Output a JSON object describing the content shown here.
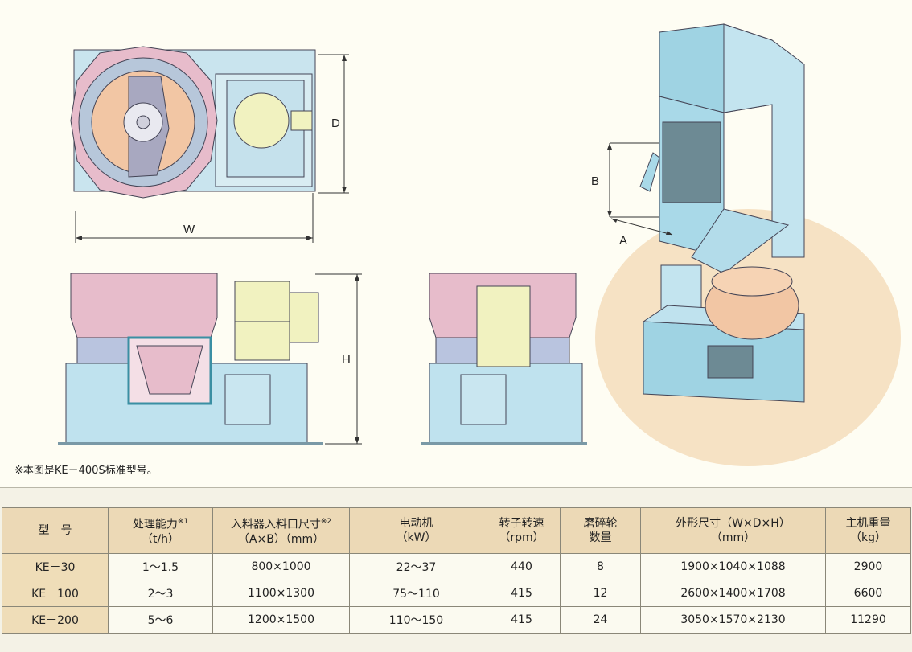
{
  "dimensions": {
    "w": "W",
    "d": "D",
    "h": "H",
    "a": "A",
    "b": "B"
  },
  "note": "※本图是KE－400S标准型号。",
  "table": {
    "headers": [
      {
        "line1": "型　号",
        "sup": "",
        "line2": ""
      },
      {
        "line1": "处理能力",
        "sup": "※1",
        "line2": "（t/h）"
      },
      {
        "line1": "入料器入料口尺寸",
        "sup": "※2",
        "line2": "（A×B）（mm）"
      },
      {
        "line1": "电动机",
        "sup": "",
        "line2": "（kW）"
      },
      {
        "line1": "转子转速",
        "sup": "",
        "line2": "（rpm）"
      },
      {
        "line1": "磨碎轮",
        "sup": "",
        "line2": "数量"
      },
      {
        "line1": "外形尺寸（W×D×H）",
        "sup": "",
        "line2": "（mm）"
      },
      {
        "line1": "主机重量",
        "sup": "",
        "line2": "（kg）"
      }
    ],
    "rows": [
      [
        "KE－30",
        "1～1.5",
        "800×1000",
        "22～37",
        "440",
        "8",
        "1900×1040×1088",
        "2900"
      ],
      [
        "KE－100",
        "2～3",
        "1100×1300",
        "75～110",
        "415",
        "12",
        "2600×1400×1708",
        "6600"
      ],
      [
        "KE－200",
        "5～6",
        "1200×1500",
        "110～150",
        "415",
        "24",
        "3050×1570×2130",
        "11290"
      ]
    ]
  },
  "colors": {
    "panel_bg": "#fefdf3",
    "machine_body": "#bfe2ee",
    "hopper_pink": "#e7bccb",
    "motor_yellow": "#f1f2c0",
    "rotor_orange": "#f2c6a4",
    "header_bg": "#ecd9b6"
  }
}
